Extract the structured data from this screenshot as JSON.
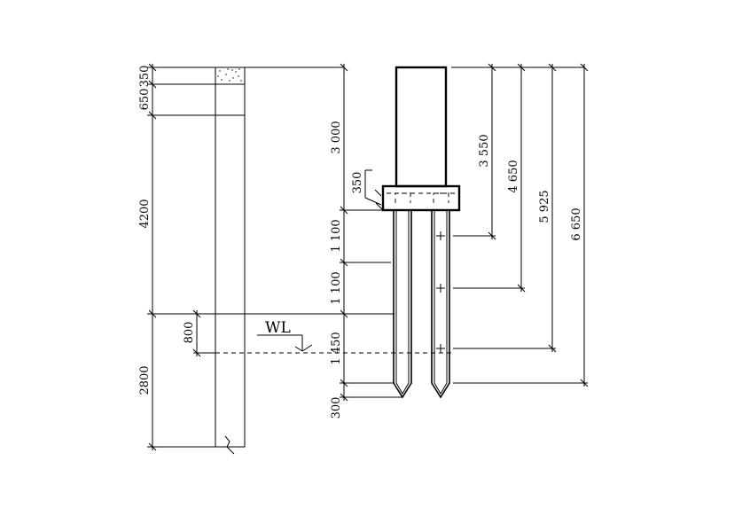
{
  "diagram": {
    "water_level_label": "WL",
    "soil_dimensions": {
      "d1": "350",
      "d2": "650",
      "d3": "4200",
      "d4": "2800",
      "water_depth": "800"
    },
    "pile_dimensions": {
      "column": "3 000",
      "cap": "350",
      "seg1": "1 100",
      "seg2": "1 100",
      "seg3": "1 450",
      "tip": "300"
    },
    "cumulative_dimensions": {
      "c1": "3 550",
      "c2": "4 650",
      "c3": "5 925",
      "c4": "6 650"
    }
  }
}
